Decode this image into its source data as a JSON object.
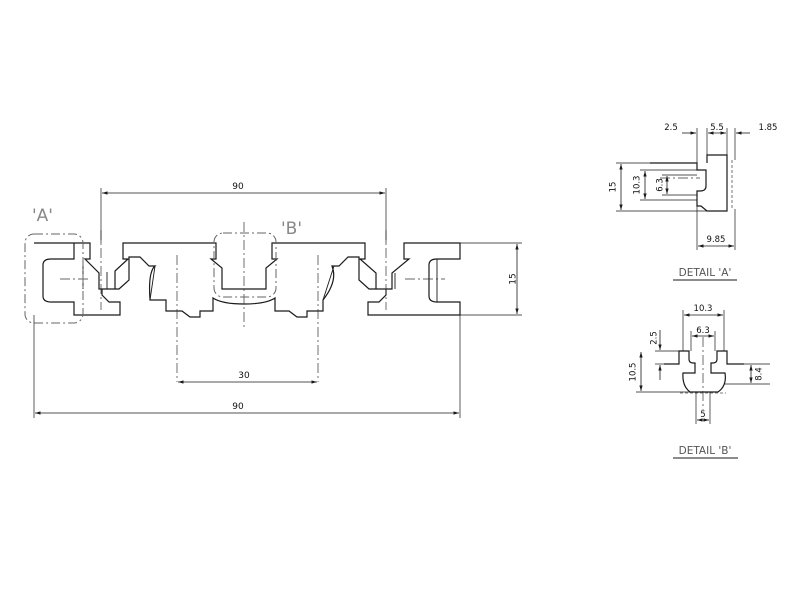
{
  "views": {
    "main": {
      "detail_label_a": "'A'",
      "detail_label_b": "'B'",
      "dim_top_width": "90",
      "dim_height": "15",
      "dim_slot_pitch": "30",
      "dim_overall_width": "90"
    },
    "detail_a": {
      "title": "DETAIL 'A'",
      "dim_left": "2.5",
      "dim_opening": "5.5",
      "dim_right": "1.85",
      "dim_height": "15",
      "dim_inner_height": "10.3",
      "dim_neck_height": "6.3",
      "dim_depth": "9.85"
    },
    "detail_b": {
      "title": "DETAIL 'B'",
      "dim_top_width": "10.3",
      "dim_neck_width": "6.3",
      "dim_lip": "2.5",
      "dim_left_height": "10.5",
      "dim_right_height": "8.4",
      "dim_bottom": "5"
    }
  }
}
